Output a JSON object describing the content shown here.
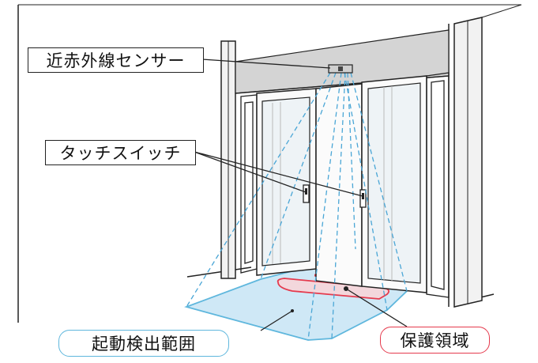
{
  "labels": {
    "sensor": "近赤外線センサー",
    "touch_switch": "タッチスイッチ",
    "activation_range": "起動検出範囲",
    "protection_area": "保護領域"
  },
  "colors": {
    "activation_border": "#5fb7dd",
    "activation_fill": "#cfe8f6",
    "protection_border": "#e53a4d",
    "sensor_beam": "#4aa6d6",
    "line": "#222222"
  },
  "icons": {
    "sensor": "sensor-icon",
    "handle": "touch-switch-icon"
  }
}
